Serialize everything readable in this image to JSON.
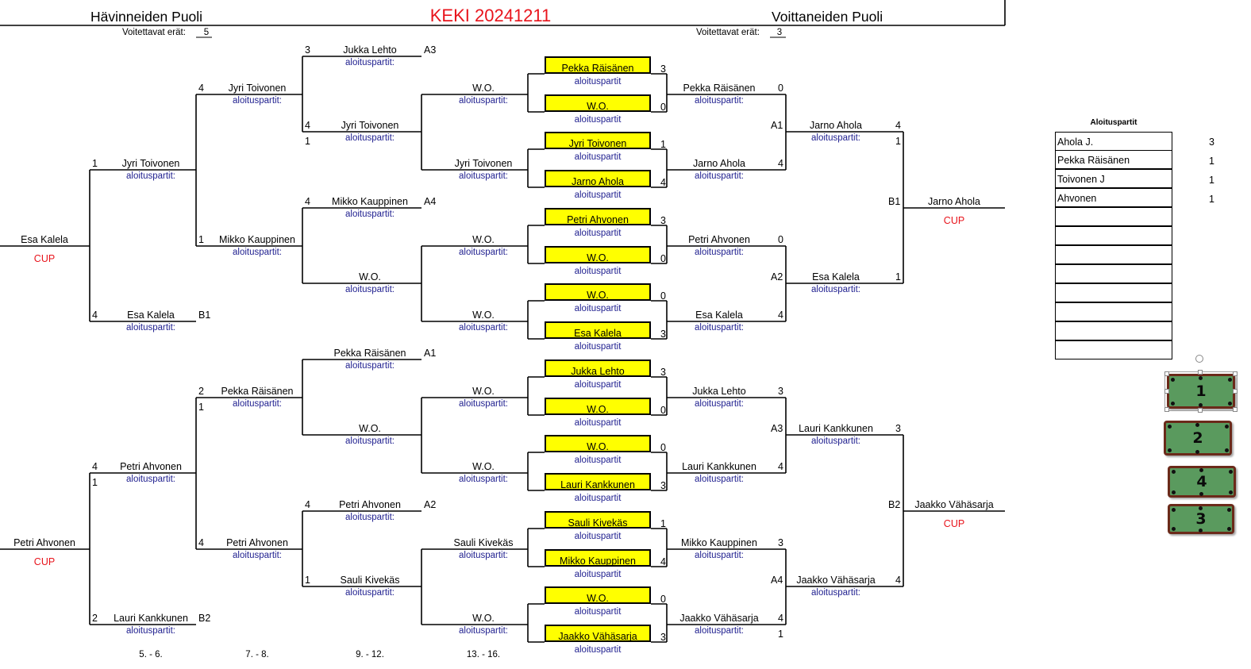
{
  "header": {
    "left": "Hävinneiden Puoli",
    "title": "KEKI 20241211",
    "right": "Voittaneiden Puoli",
    "left_sets_label": "Voitettavat erät:",
    "left_sets_value": "5",
    "right_sets_label": "Voitettavat erät:",
    "right_sets_value": "3"
  },
  "sub_label": "aloituspartit:",
  "sub_label_right": "aloituspartit",
  "losers": {
    "final": [
      {
        "name": "Esa Kalela",
        "cup": "CUP"
      },
      {
        "name": "Petri Ahvonen",
        "cup": "CUP"
      }
    ],
    "round_56": [
      {
        "name": "Jyri Toivonen",
        "score": "1",
        "tag": ""
      },
      {
        "name": "Esa Kalela",
        "score": "4",
        "tag": "B1"
      },
      {
        "name": "Petri Ahvonen",
        "score": "4",
        "score2": "1",
        "tag": ""
      },
      {
        "name": "Lauri Kankkunen",
        "score": "2",
        "tag": "B2"
      }
    ],
    "round_78": [
      {
        "name": "Jyri Toivonen",
        "score": "4"
      },
      {
        "name": "Mikko Kauppinen",
        "score": "1"
      },
      {
        "name": "Pekka Räisänen",
        "score": "2",
        "score2": "1"
      },
      {
        "name": "Petri Ahvonen",
        "score": "4"
      }
    ],
    "round_912": [
      {
        "name": "Jukka Lehto",
        "score": "3",
        "tag": "A3"
      },
      {
        "name": "Jyri Toivonen",
        "score": "4",
        "score2": "1",
        "tag": ""
      },
      {
        "name": "Mikko Kauppinen",
        "score": "4",
        "tag": "A4"
      },
      {
        "name": "W.O.",
        "score": "",
        "tag": ""
      },
      {
        "name": "Pekka Räisänen",
        "score": "",
        "tag": "A1"
      },
      {
        "name": "W.O.",
        "score": "",
        "tag": ""
      },
      {
        "name": "Petri Ahvonen",
        "score": "4",
        "tag": "A2"
      },
      {
        "name": "Sauli Kivekäs",
        "score": "1",
        "tag": ""
      }
    ],
    "round_1316": [
      "W.O.",
      "Jyri Toivonen",
      "W.O.",
      "W.O.",
      "W.O.",
      "W.O.",
      "Sauli Kivekäs",
      "W.O."
    ]
  },
  "center": [
    {
      "name": "Pekka Räisänen",
      "score": "3"
    },
    {
      "name": "W.O.",
      "score": "0"
    },
    {
      "name": "Jyri Toivonen",
      "score": "1"
    },
    {
      "name": "Jarno Ahola",
      "score": "4"
    },
    {
      "name": "Petri Ahvonen",
      "score": "3"
    },
    {
      "name": "W.O.",
      "score": "0"
    },
    {
      "name": "W.O.",
      "score": "0"
    },
    {
      "name": "Esa Kalela",
      "score": "3"
    },
    {
      "name": "Jukka Lehto",
      "score": "3"
    },
    {
      "name": "W.O.",
      "score": "0"
    },
    {
      "name": "W.O.",
      "score": "0"
    },
    {
      "name": "Lauri Kankkunen",
      "score": "3"
    },
    {
      "name": "Sauli Kivekäs",
      "score": "1"
    },
    {
      "name": "Mikko Kauppinen",
      "score": "4"
    },
    {
      "name": "W.O.",
      "score": "0"
    },
    {
      "name": "Jaakko Vähäsarja",
      "score": "3"
    }
  ],
  "winners": {
    "round1": [
      {
        "name": "Pekka Räisänen",
        "score": "0"
      },
      {
        "name": "Jarno Ahola",
        "score": "4"
      },
      {
        "name": "Petri Ahvonen",
        "score": "0"
      },
      {
        "name": "Esa Kalela",
        "score": "4"
      },
      {
        "name": "Jukka Lehto",
        "score": "3"
      },
      {
        "name": "Lauri Kankkunen",
        "score": "4"
      },
      {
        "name": "Mikko Kauppinen",
        "score": "3"
      },
      {
        "name": "Jaakko Vähäsarja",
        "score": "4",
        "score2": "1"
      }
    ],
    "round2": [
      {
        "name": "Jarno Ahola",
        "score": "4",
        "score2": "1",
        "tag": "A1"
      },
      {
        "name": "Esa Kalela",
        "score": "1",
        "tag": "A2"
      },
      {
        "name": "Lauri Kankkunen",
        "score": "3",
        "tag": "A3"
      },
      {
        "name": "Jaakko Vähäsarja",
        "score": "4",
        "tag": "A4"
      }
    ],
    "final": [
      {
        "name": "Jarno Ahola",
        "tag": "B1",
        "cup": "CUP"
      },
      {
        "name": "Jaakko Vähäsarja",
        "tag": "B2",
        "cup": "CUP"
      }
    ]
  },
  "footer": [
    "5. - 6.",
    "7. - 8.",
    "9. - 12.",
    "13. - 16."
  ],
  "aloitus_table": {
    "title": "Aloituspartit",
    "rows": [
      {
        "name": "Ahola J.",
        "value": "3"
      },
      {
        "name": "Pekka Räisänen",
        "value": "1"
      },
      {
        "name": "Toivonen J",
        "value": "1"
      },
      {
        "name": "Ahvonen",
        "value": "1"
      },
      {
        "name": "",
        "value": ""
      },
      {
        "name": "",
        "value": ""
      },
      {
        "name": "",
        "value": ""
      },
      {
        "name": "",
        "value": ""
      },
      {
        "name": "",
        "value": ""
      },
      {
        "name": "",
        "value": ""
      },
      {
        "name": "",
        "value": ""
      },
      {
        "name": "",
        "value": ""
      }
    ]
  },
  "tables_buttons": [
    "1",
    "2",
    "4",
    "3"
  ],
  "colors": {
    "accent": "#e8141c",
    "sub": "#1f1f8f",
    "highlight": "#ffff00",
    "felt": "#5a9a5e",
    "rail": "#6b2a1a"
  }
}
